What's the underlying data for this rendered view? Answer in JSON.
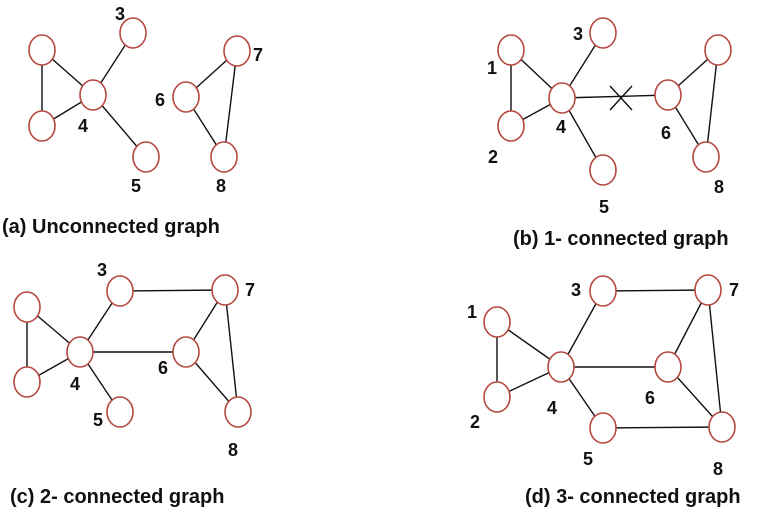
{
  "diagram": {
    "panels": [
      {
        "caption": "(a) Unconnected graph",
        "node_labels": [
          "3",
          "4",
          "6",
          "7",
          "5",
          "8"
        ]
      },
      {
        "caption": "(b) 1- connected graph",
        "node_labels": [
          "3",
          "1",
          "4",
          "2",
          "6",
          "5",
          "8"
        ]
      },
      {
        "caption": "(c) 2- connected graph",
        "node_labels": [
          "3",
          "7",
          "4",
          "6",
          "5",
          "8"
        ]
      },
      {
        "caption": "(d) 3- connected graph",
        "node_labels": [
          "3",
          "7",
          "1",
          "4",
          "6",
          "2",
          "5",
          "8"
        ]
      }
    ]
  },
  "colors": {
    "node_stroke": "#b5473f",
    "edge": "#111111",
    "background": "#ffffff"
  }
}
